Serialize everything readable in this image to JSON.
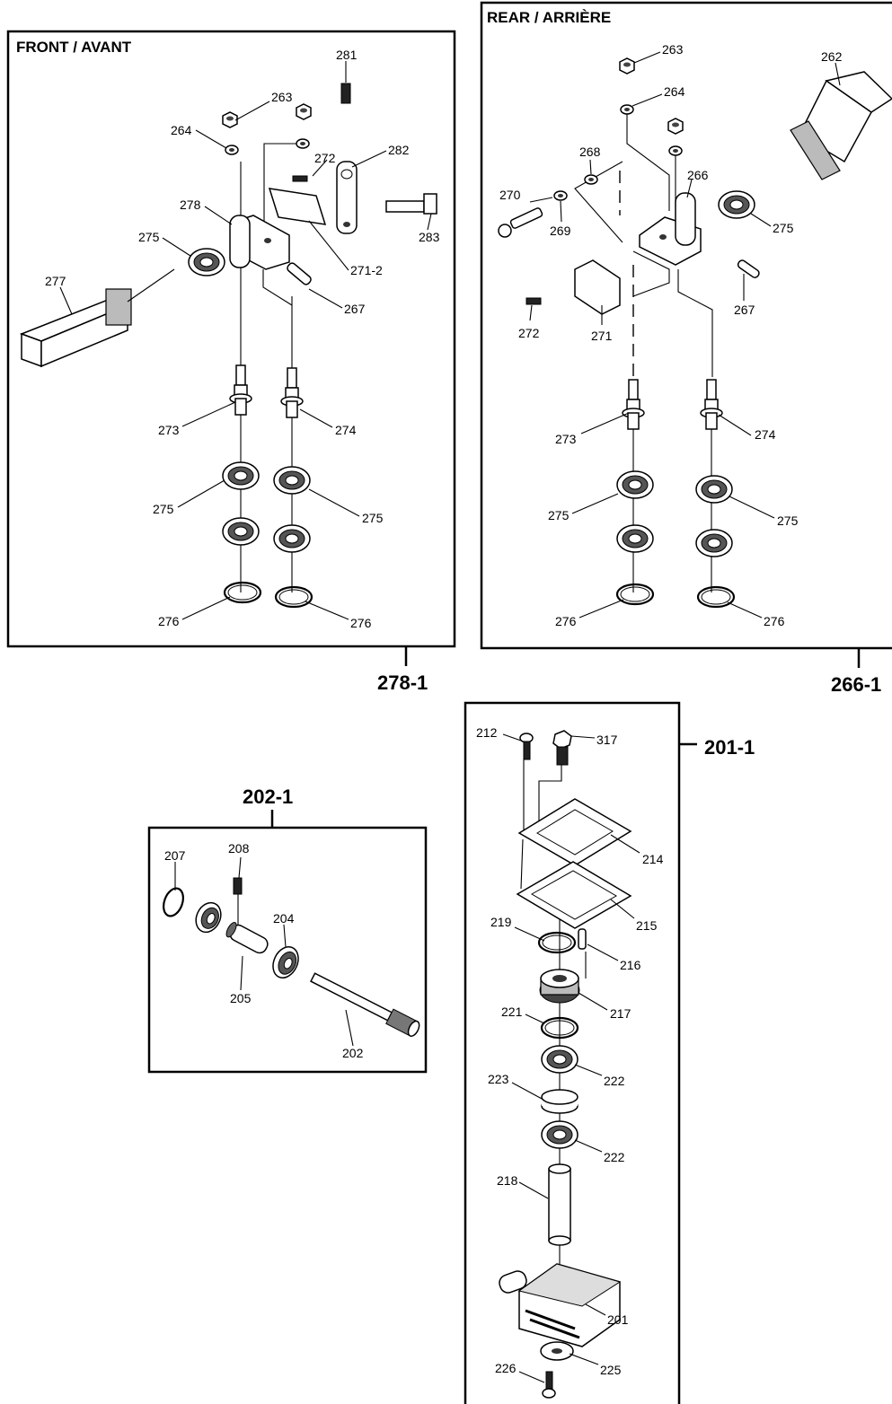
{
  "panels": {
    "front": {
      "title": "FRONT / AVANT",
      "assembly": "278-1",
      "callouts": [
        "281",
        "263",
        "264",
        "272",
        "282",
        "278",
        "275",
        "283",
        "271-2",
        "277",
        "267",
        "273",
        "274",
        "275",
        "275",
        "276",
        "276"
      ]
    },
    "rear": {
      "title": "REAR / ARRIÈRE",
      "assembly": "266-1",
      "callouts": [
        "263",
        "262",
        "264",
        "268",
        "266",
        "270",
        "269",
        "275",
        "267",
        "272",
        "271",
        "273",
        "274",
        "275",
        "275",
        "276",
        "276"
      ]
    },
    "shaft": {
      "assembly": "202-1",
      "callouts": [
        "208",
        "207",
        "204",
        "205",
        "202"
      ]
    },
    "gearbox": {
      "assembly": "201-1",
      "callouts": [
        "212",
        "317",
        "214",
        "215",
        "219",
        "216",
        "217",
        "221",
        "222",
        "223",
        "222",
        "218",
        "201",
        "226",
        "225"
      ]
    }
  }
}
